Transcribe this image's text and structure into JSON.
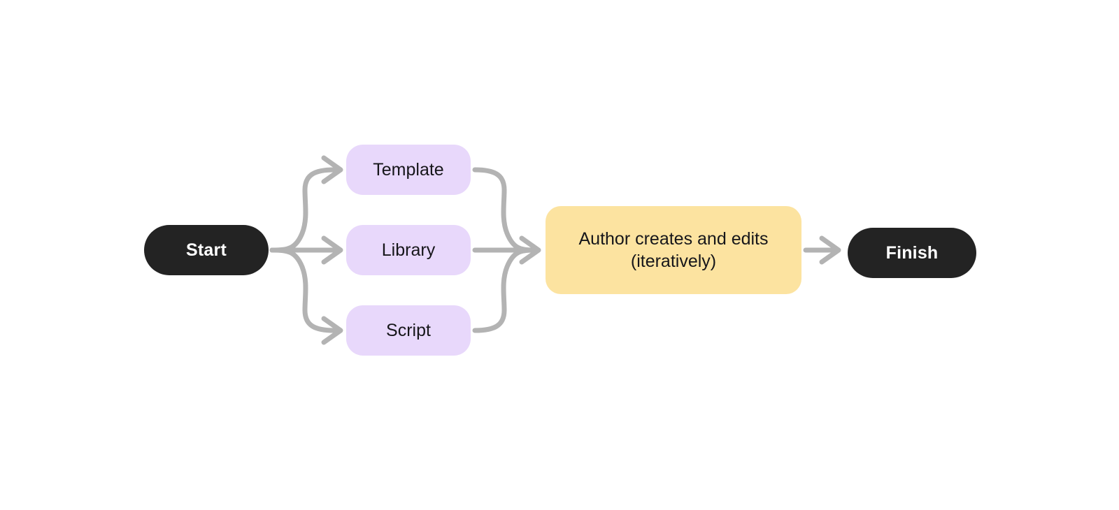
{
  "diagram": {
    "type": "flowchart",
    "orientation": "left-to-right",
    "background_color": "#ffffff",
    "edge_color": "#b3b3b3",
    "nodes": [
      {
        "id": "start",
        "label": "Start",
        "shape": "pill",
        "role": "terminal",
        "fill": "#232323",
        "text_color": "#ffffff"
      },
      {
        "id": "template",
        "label": "Template",
        "shape": "rounded-rect",
        "role": "option",
        "fill": "#e8d8fb",
        "text_color": "#16161a"
      },
      {
        "id": "library",
        "label": "Library",
        "shape": "rounded-rect",
        "role": "option",
        "fill": "#e8d8fb",
        "text_color": "#16161a"
      },
      {
        "id": "script",
        "label": "Script",
        "shape": "rounded-rect",
        "role": "option",
        "fill": "#e8d8fb",
        "text_color": "#16161a"
      },
      {
        "id": "author",
        "label_line1": "Author creates and edits",
        "label_line2": "(iteratively)",
        "shape": "rounded-rect",
        "role": "process",
        "fill": "#fce3a0",
        "text_color": "#16161a"
      },
      {
        "id": "finish",
        "label": "Finish",
        "shape": "pill",
        "role": "terminal",
        "fill": "#232323",
        "text_color": "#ffffff"
      }
    ],
    "edges": [
      {
        "from": "start",
        "to": "template",
        "style": "curved",
        "arrowhead": "chevron"
      },
      {
        "from": "start",
        "to": "library",
        "style": "straight",
        "arrowhead": "chevron"
      },
      {
        "from": "start",
        "to": "script",
        "style": "curved",
        "arrowhead": "chevron"
      },
      {
        "from": "template",
        "to": "author",
        "style": "curved",
        "arrowhead": "chevron"
      },
      {
        "from": "library",
        "to": "author",
        "style": "straight",
        "arrowhead": "chevron"
      },
      {
        "from": "script",
        "to": "author",
        "style": "curved",
        "arrowhead": "chevron"
      },
      {
        "from": "author",
        "to": "finish",
        "style": "straight",
        "arrowhead": "chevron"
      }
    ]
  }
}
